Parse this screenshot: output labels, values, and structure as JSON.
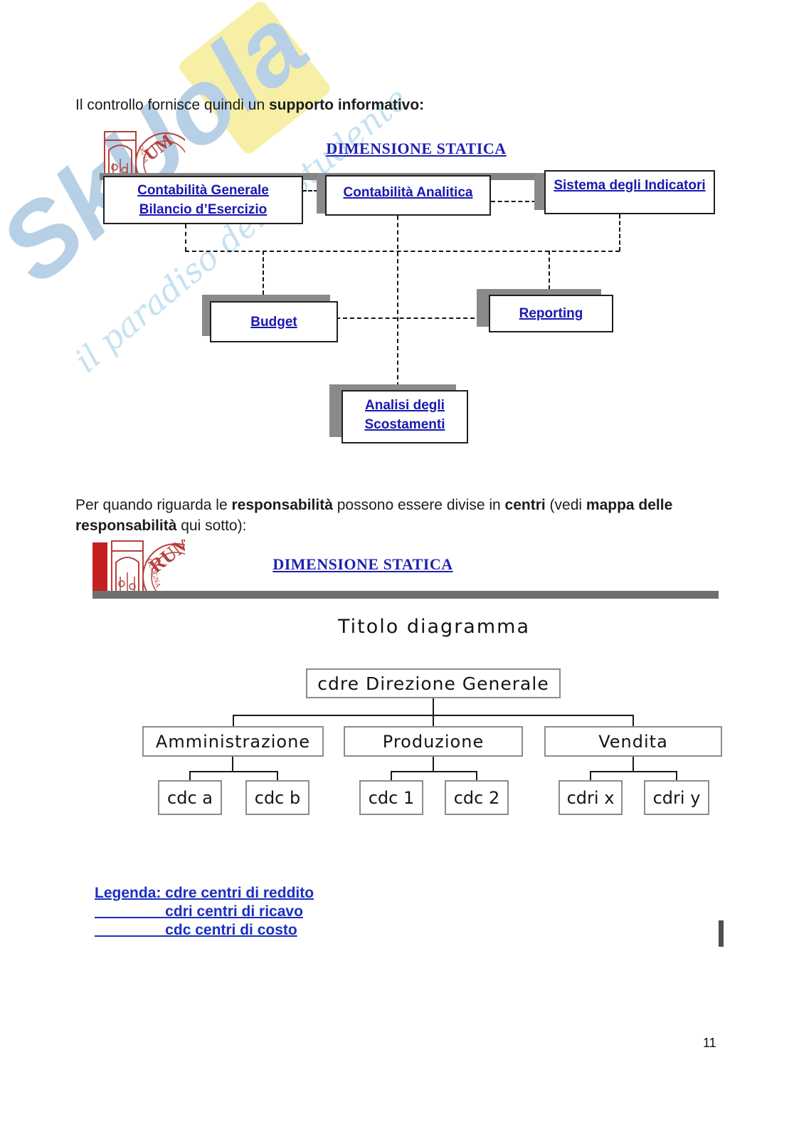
{
  "watermark": {
    "brand": "SkUola",
    "tagline": "il paradiso dello studente",
    "brand_color": "#b7d0e6",
    "tagline_color": "#c6e2f1",
    "diamond_color": "#f8efa7"
  },
  "intro": {
    "segments": [
      {
        "t": "Il controllo fornisce quindi un ",
        "b": false
      },
      {
        "t": "supporto informativo:",
        "b": true
      }
    ]
  },
  "diagram1": {
    "title": "DIMENSIONE STATICA",
    "boxes": {
      "contabilita_generale": {
        "lines": [
          "Contabilità Generale",
          "Bilancio d’Esercizio"
        ]
      },
      "contabilita_analitica": {
        "label": "Contabilità Analitica"
      },
      "sistema_indicatori": {
        "label": "Sistema degli Indicatori"
      },
      "budget": {
        "label": "Budget"
      },
      "reporting": {
        "label": "Reporting"
      },
      "analisi_scostamenti": {
        "lines": [
          "Analisi degli",
          "Scostamenti"
        ]
      }
    },
    "accent_blue": "#1a18b0"
  },
  "paragraph": {
    "segments": [
      {
        "t": "Per quando riguarda le ",
        "b": false
      },
      {
        "t": "responsabilità",
        "b": true
      },
      {
        "t": " possono essere divise in ",
        "b": false
      },
      {
        "t": "centri",
        "b": true
      },
      {
        "t": " (vedi ",
        "b": false
      },
      {
        "t": "mappa delle responsabilità",
        "b": true
      },
      {
        "t": " qui sotto):",
        "b": false
      }
    ]
  },
  "diagram2": {
    "title": "DIMENSIONE STATICA",
    "chart_title": "Titolo diagramma",
    "root_label": "cdre Direzione Generale",
    "level2": [
      "Amministrazione",
      "Produzione",
      "Vendita"
    ],
    "level3": [
      [
        "cdc a",
        "cdc b"
      ],
      [
        "cdc 1",
        "cdc 2"
      ],
      [
        "cdri x",
        "cdri y"
      ]
    ]
  },
  "legend": {
    "lines": [
      "Legenda: cdre centri di reddito",
      "                 cdri centri di ricavo",
      "                 cdc centri di costo"
    ]
  },
  "page": {
    "number": "11"
  }
}
